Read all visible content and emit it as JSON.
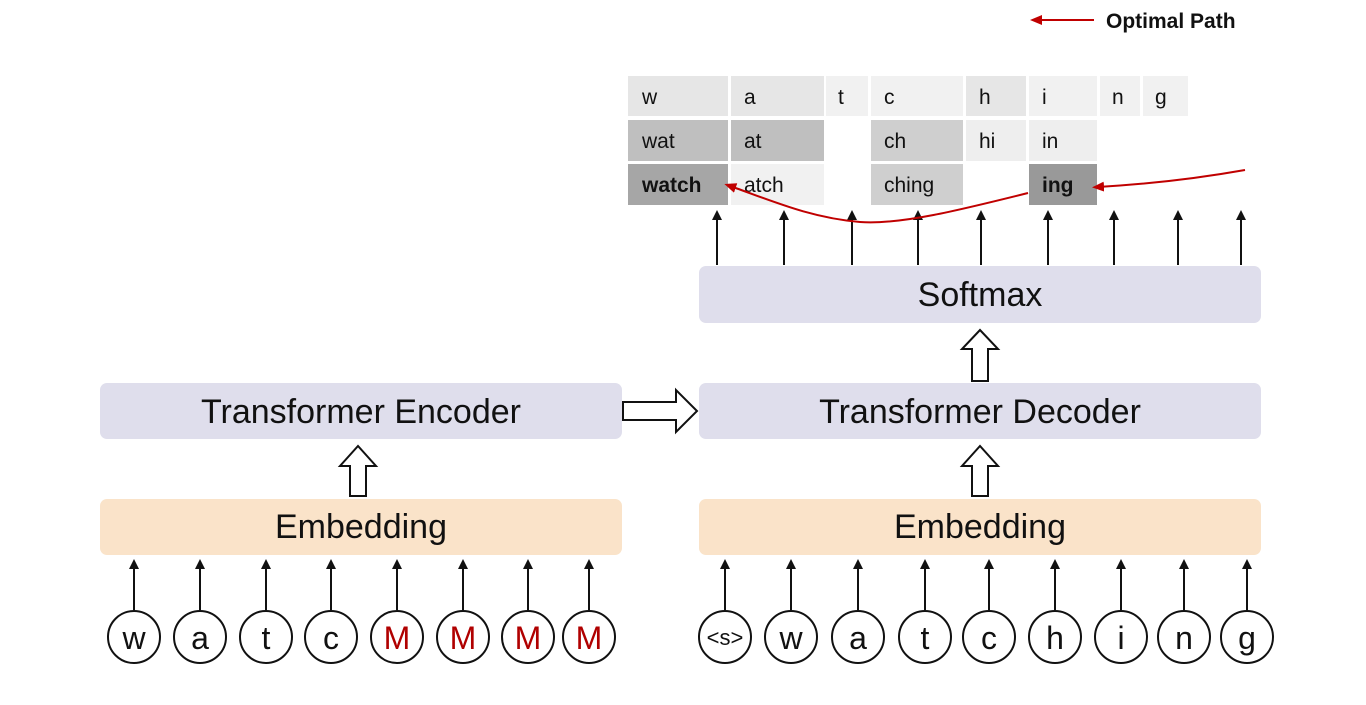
{
  "legend": {
    "label": "Optimal Path",
    "color": "#c00000"
  },
  "encoder": {
    "embedding_label": "Embedding",
    "transformer_label": "Transformer Encoder",
    "inputs": [
      {
        "text": "w",
        "masked": false
      },
      {
        "text": "a",
        "masked": false
      },
      {
        "text": "t",
        "masked": false
      },
      {
        "text": "c",
        "masked": false
      },
      {
        "text": "M",
        "masked": true
      },
      {
        "text": "M",
        "masked": true
      },
      {
        "text": "M",
        "masked": true
      },
      {
        "text": "M",
        "masked": true
      }
    ]
  },
  "decoder": {
    "embedding_label": "Embedding",
    "transformer_label": "Transformer Decoder",
    "softmax_label": "Softmax",
    "inputs": [
      "<s>",
      "w",
      "a",
      "t",
      "c",
      "h",
      "i",
      "n",
      "g"
    ]
  },
  "lattice": {
    "row1": [
      "w",
      "a",
      "t",
      "c",
      "h",
      "i",
      "n",
      "g"
    ],
    "row2": [
      "wat",
      "at",
      "ch",
      "hi",
      "in"
    ],
    "row3": [
      "watch",
      "atch",
      "ching",
      "ing"
    ],
    "optimal": [
      "watch",
      "ing"
    ]
  },
  "colors": {
    "transformer_fill": "#dfdeec",
    "embedding_fill": "#fae3c9",
    "masked_text": "#b00000",
    "path": "#c00000"
  }
}
